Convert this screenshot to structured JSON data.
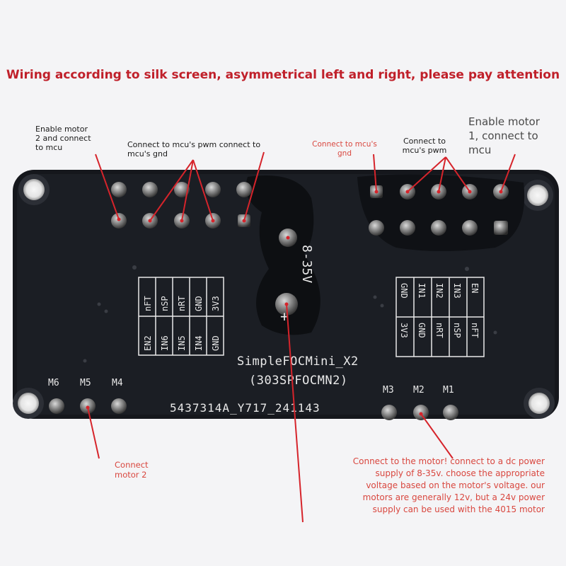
{
  "headline": "Wiring according to silk screen, asymmetrical left and right, please pay attention",
  "annotations": {
    "enable_motor2": [
      "Enable motor",
      "2 and connect",
      "to mcu"
    ],
    "pwm_left": [
      "Connect to mcu's pwm connect to",
      "mcu's gnd"
    ],
    "mcu_gnd_right": [
      "Connect to mcu's",
      "gnd"
    ],
    "pwm_right": [
      "Connect to",
      "mcu's pwm"
    ],
    "enable_motor1": [
      "Enable motor",
      "1, connect to",
      "mcu"
    ],
    "connect_motor2": [
      "Connect",
      "motor 2"
    ],
    "power_note": [
      "Connect to the motor! connect to a dc power",
      "supply of 8-35v. choose the appropriate",
      "voltage based on the motor's voltage. our",
      "motors are generally 12v, but a 24v power",
      "supply can be used with the 4015 motor"
    ]
  },
  "silkscreen": {
    "voltage": "8-35V",
    "plus": "+",
    "left_table": {
      "rows": [
        [
          "nFT",
          "EN2"
        ],
        [
          "nSP",
          "IN6"
        ],
        [
          "nRT",
          "IN5"
        ],
        [
          "GND",
          "IN4"
        ],
        [
          "3V3",
          "GND"
        ]
      ]
    },
    "right_table": {
      "rows": [
        [
          "EN",
          "nFT"
        ],
        [
          "IN3",
          "nSP"
        ],
        [
          "IN2",
          "nRT"
        ],
        [
          "IN1",
          "GND"
        ],
        [
          "GND",
          "3V3"
        ]
      ]
    },
    "board_name": "SimpleFOCMini_X2",
    "board_code": "(303SPFOCMN2)",
    "serial": "5437314A_Y717_241143",
    "motor_labels_left": [
      "M6",
      "M5",
      "M4"
    ],
    "motor_labels_right": [
      "M3",
      "M2",
      "M1"
    ]
  },
  "colors": {
    "board": "#15171c",
    "silk": "#e9e9e9",
    "annotation_red": "#c0202a",
    "pointer_red": "#d6242b"
  }
}
